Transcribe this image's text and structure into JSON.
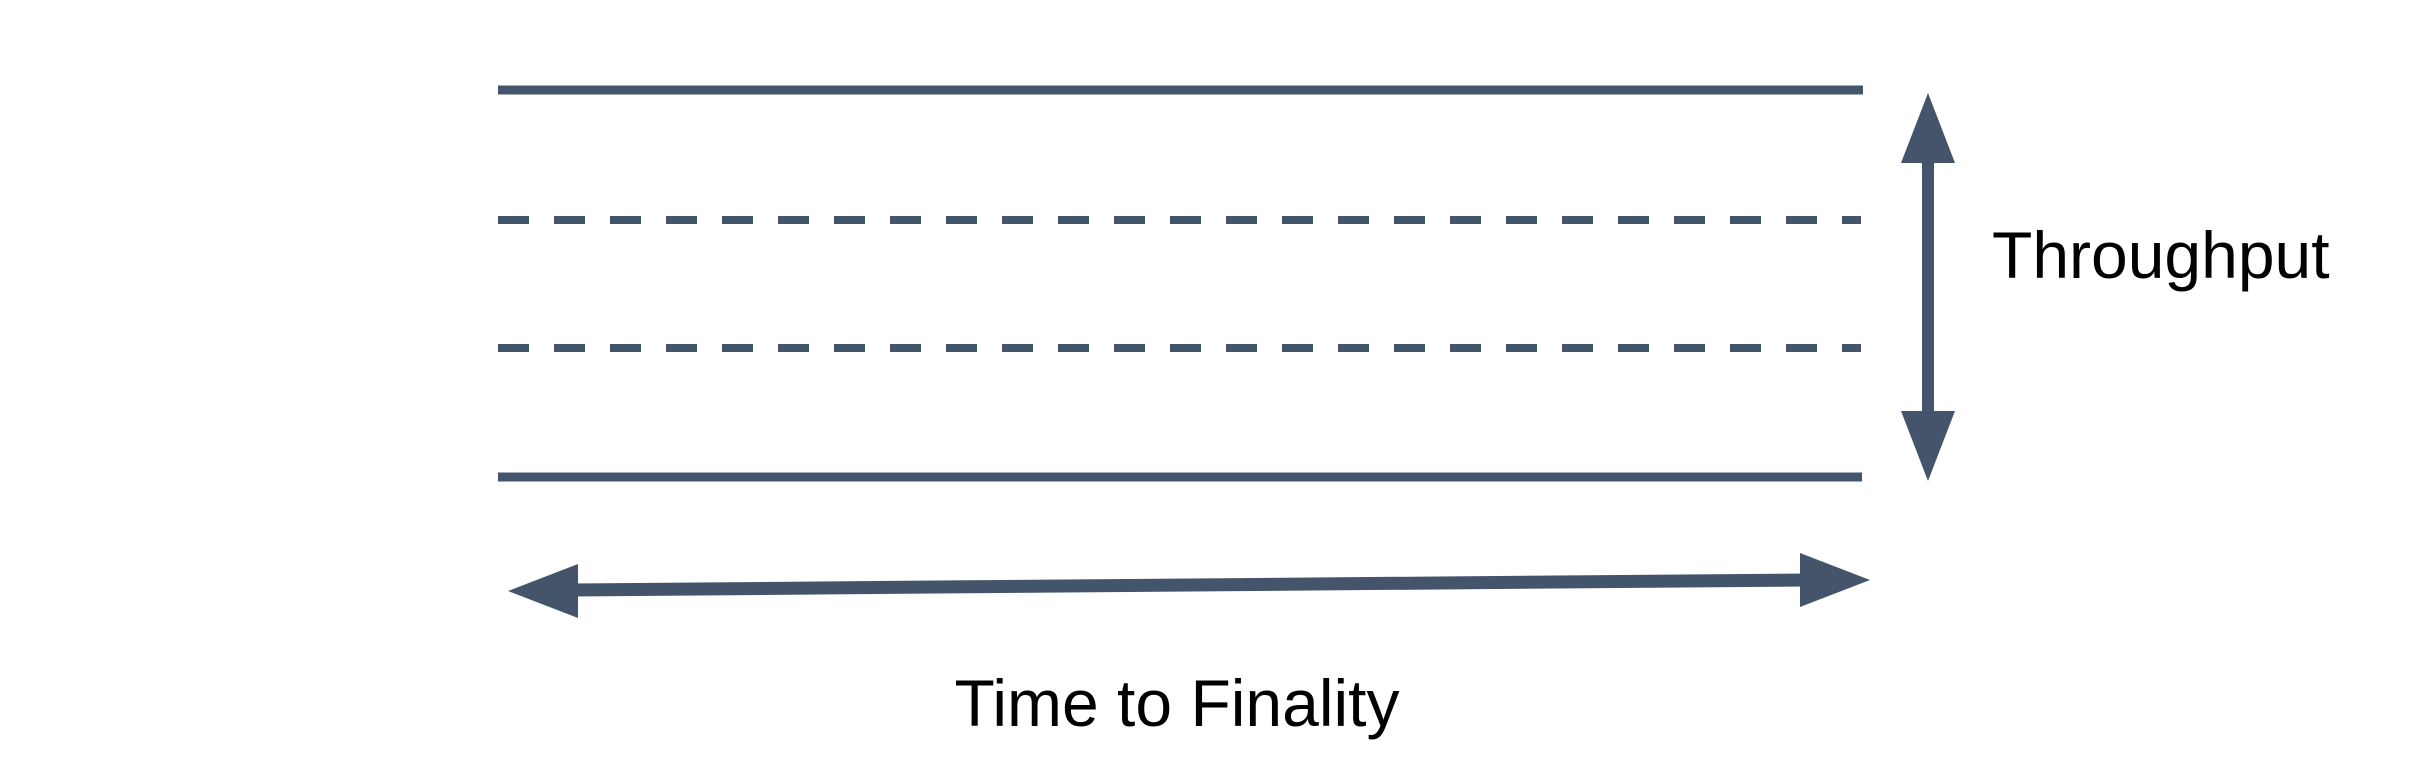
{
  "diagram": {
    "kind": "blockchain-tradeoff-band-diagram",
    "band": {
      "top_line_style": "solid",
      "bottom_line_style": "solid",
      "inner_line_style": "dashed",
      "inner_dashed_line_count": 2
    },
    "axes": [
      {
        "id": "throughput",
        "label": "Throughput",
        "orientation": "vertical",
        "arrow": "double-headed"
      },
      {
        "id": "time-to-finality",
        "label": "Time to Finality",
        "orientation": "horizontal",
        "arrow": "double-headed"
      }
    ],
    "colors": {
      "line": "#44546A",
      "label_text": "#000000",
      "background": "#FFFFFF"
    }
  }
}
